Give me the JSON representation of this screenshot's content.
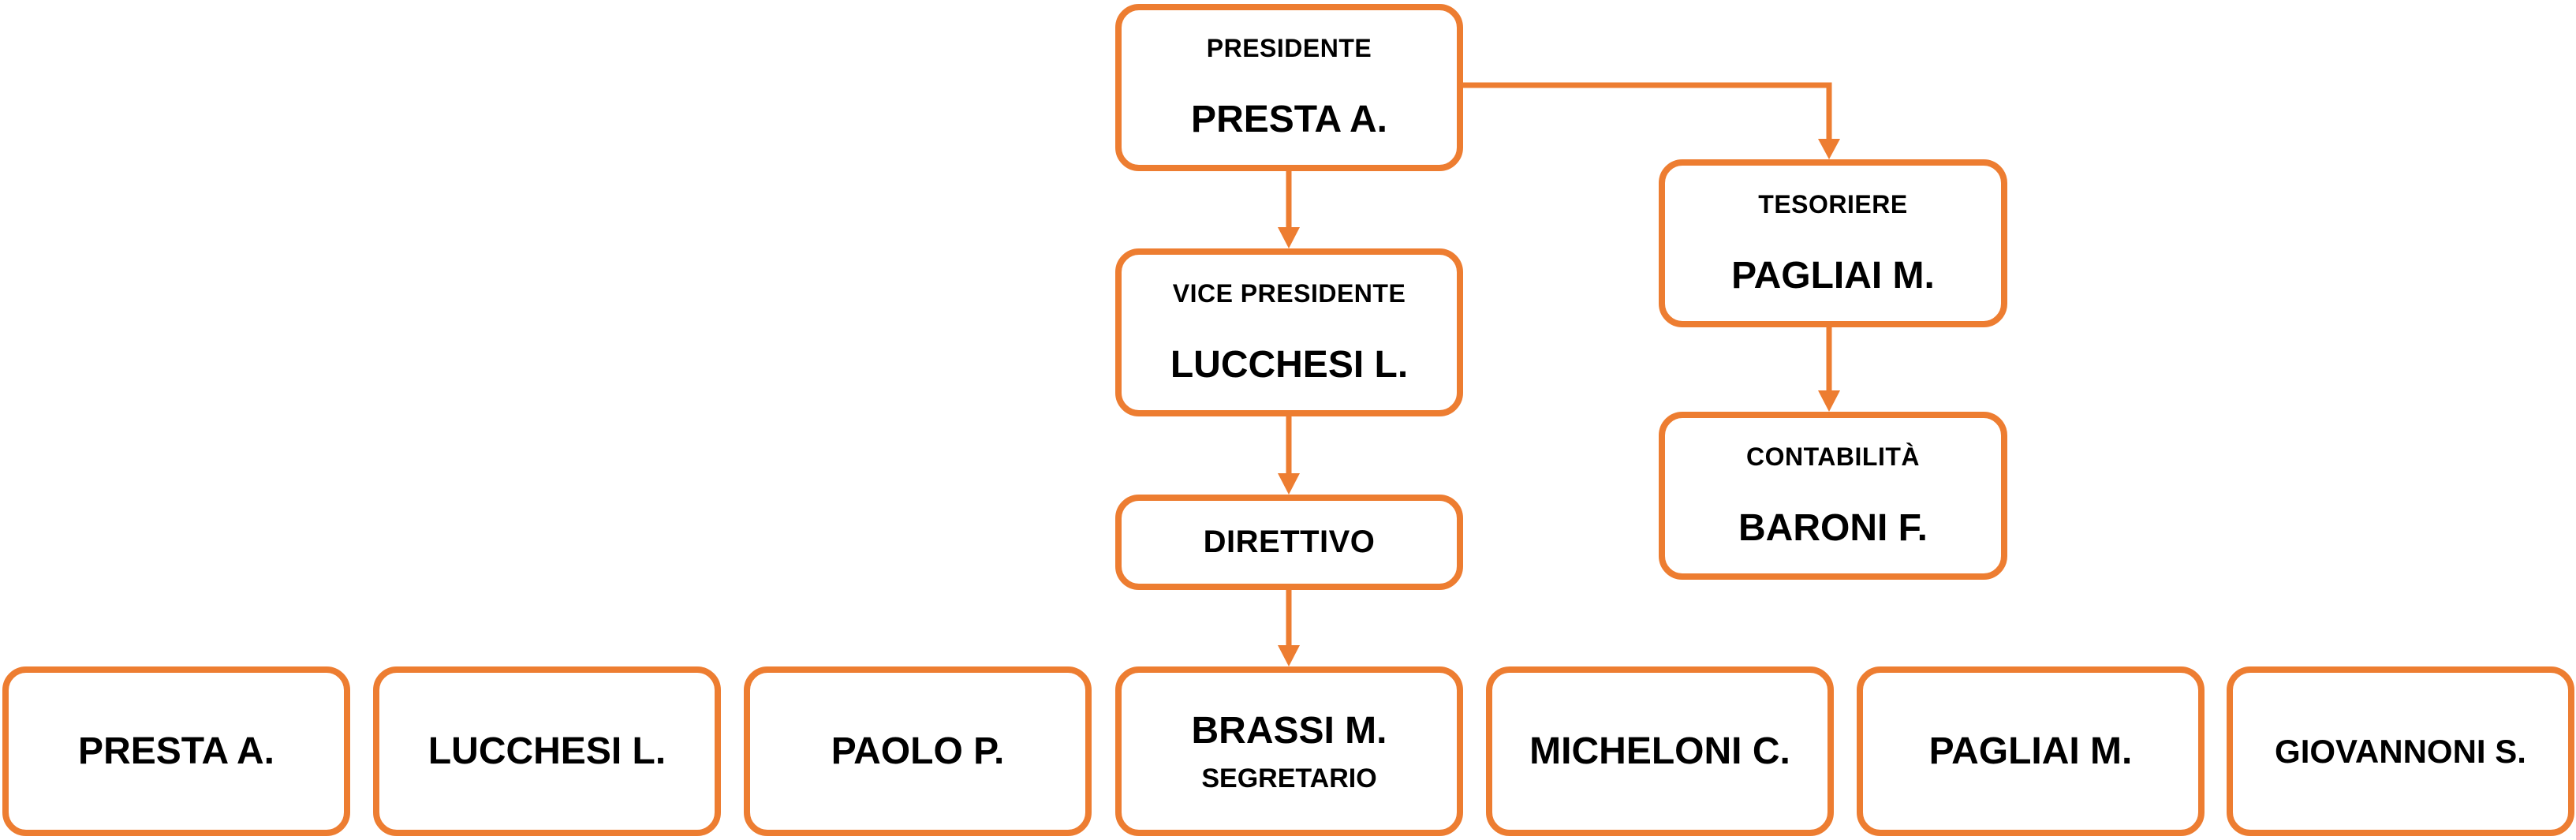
{
  "colors": {
    "accent": "#ed7d31",
    "text": "#000000",
    "background": "#ffffff"
  },
  "presidente": {
    "role": "PRESIDENTE",
    "name": "PRESTA A."
  },
  "vice_presidente": {
    "role": "VICE PRESIDENTE",
    "name": "LUCCHESI L."
  },
  "direttivo": {
    "label": "DIRETTIVO"
  },
  "tesoriere": {
    "role": "TESORIERE",
    "name": "PAGLIAI M."
  },
  "contabilita": {
    "role": "CONTABILITÀ",
    "name": "BARONI F."
  },
  "members": [
    {
      "name": "PRESTA A."
    },
    {
      "name": "LUCCHESI L."
    },
    {
      "name": "PAOLO P."
    },
    {
      "name": "BRASSI M.",
      "role": "SEGRETARIO"
    },
    {
      "name": "MICHELONI C."
    },
    {
      "name": "PAGLIAI M."
    },
    {
      "name": "GIOVANNONI S."
    }
  ]
}
